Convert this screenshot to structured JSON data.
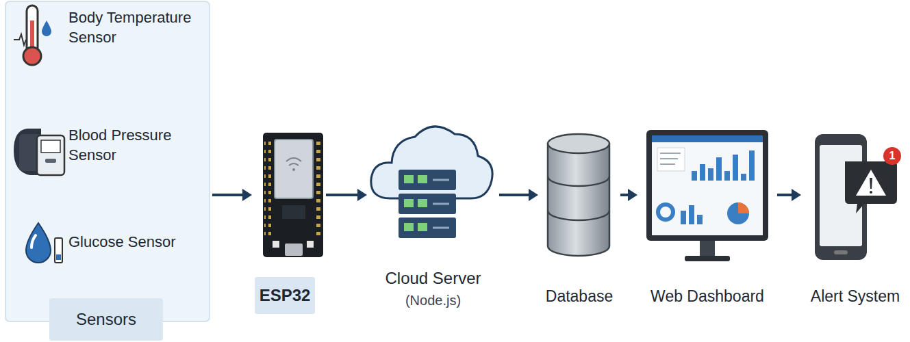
{
  "diagram": {
    "nodes": [
      {
        "text": [
          "Sensors"
        ]
      },
      {
        "text": [
          "Body Temperature Sensor"
        ],
        "in": 0
      },
      {
        "text": [
          "Blood Pressure Sensor"
        ],
        "in": 0
      },
      {
        "text": [
          "Glucose Sensor"
        ],
        "in": 0
      },
      {
        "text": [
          "ESP32"
        ]
      },
      {
        "text": [
          "Cloud Server",
          "(Node.js)"
        ]
      },
      {
        "text": [
          "Database"
        ]
      },
      {
        "text": [
          "Web Dashboard"
        ]
      },
      {
        "text": [
          "Alert System"
        ]
      }
    ],
    "edges": [
      {
        "from": 0,
        "to": 4,
        "arrow": "to"
      },
      {
        "from": 4,
        "to": 5,
        "arrow": "to"
      },
      {
        "from": 5,
        "to": 6,
        "arrow": "to"
      },
      {
        "from": 6,
        "to": 7,
        "arrow": "to"
      },
      {
        "from": 7,
        "to": 8,
        "arrow": "to"
      }
    ],
    "labels": [
      "1"
    ]
  }
}
